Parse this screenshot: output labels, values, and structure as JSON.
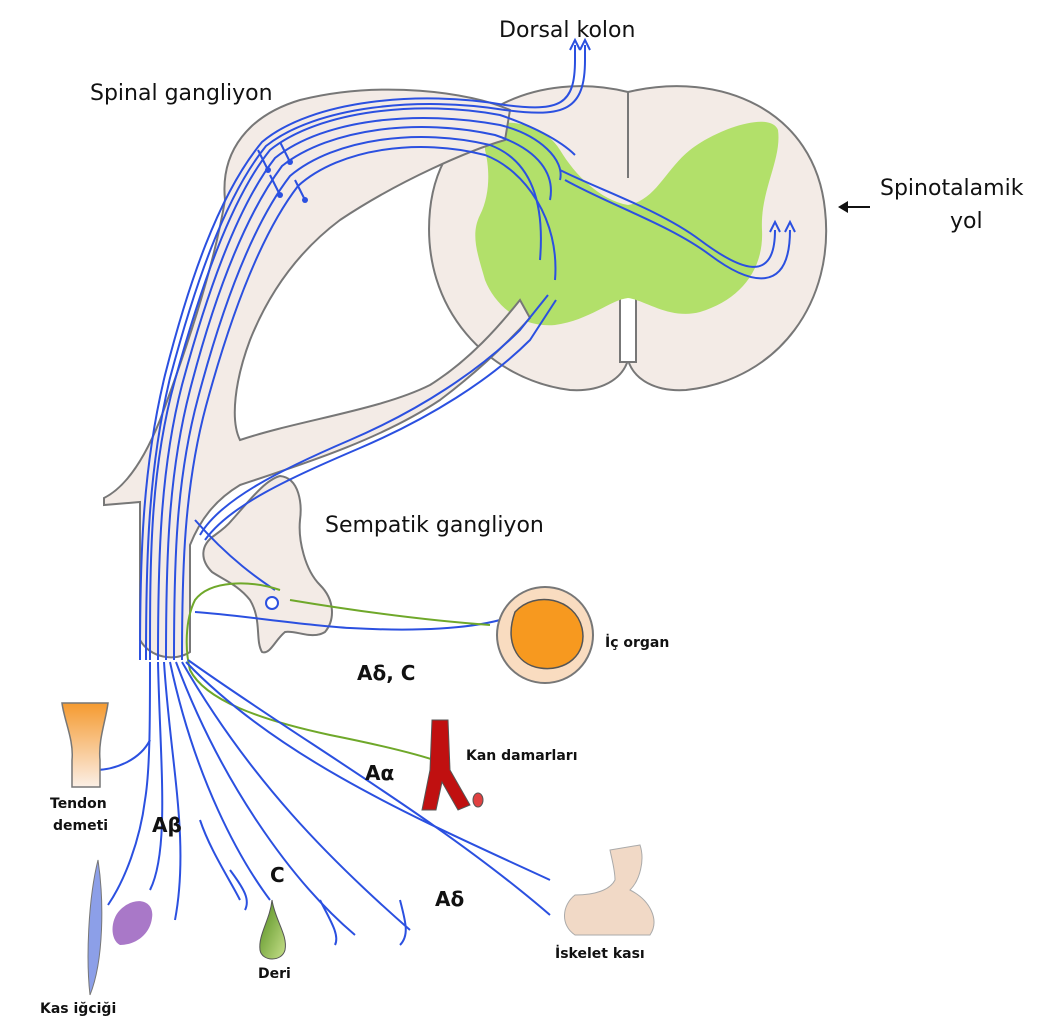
{
  "labels": {
    "dorsal_kolon": "Dorsal kolon",
    "spinal_gangliyon": "Spinal gangliyon",
    "spinotalamik": "Spinotalamik",
    "yol": "yol",
    "sempatik_gangliyon": "Sempatik gangliyon",
    "ic_organ": "İç organ",
    "ad_c": "Aδ, C",
    "kan_damarlari": "Kan damarları",
    "a_alpha": "Aα",
    "tendon": "Tendon",
    "demeti": "demeti",
    "a_beta": "Aβ",
    "c": "C",
    "a_delta": "Aδ",
    "iskelet_kasi": "İskelet kası",
    "deri": "Deri",
    "kas_igcigi": "Kas iğciği"
  },
  "colors": {
    "tissue": "#f3ebe6",
    "grey_matter": "#b2e06a",
    "nerve_blue": "#2b50e0",
    "efferent_green": "#6fa82a",
    "organ_orange": "#f7991f",
    "vessel_red": "#c01010",
    "spindle_blue": "#8c9fe8",
    "muscle_purple": "#a978c8",
    "skin_green": "#7fae2a",
    "tendon_orange": "#f59a30"
  },
  "icons": [
    "arrow-left-icon"
  ]
}
